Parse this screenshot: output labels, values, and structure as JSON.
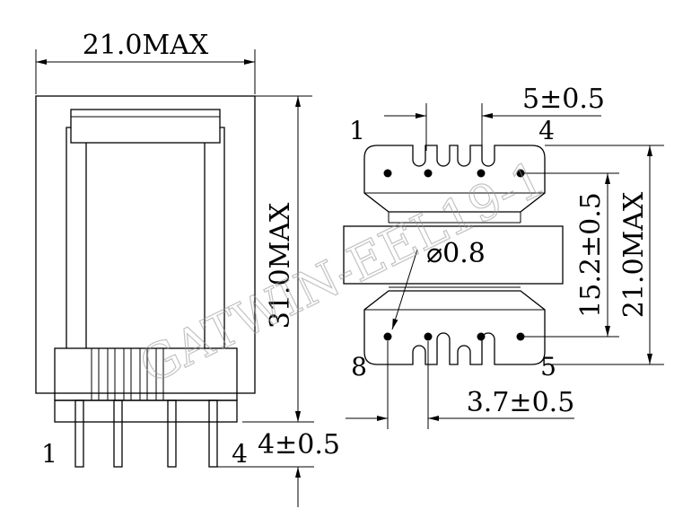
{
  "side_view": {
    "width_label": "21.0MAX",
    "height_label": "31.0MAX",
    "pin_length_label": "4±0.5",
    "pin_left_label": "1",
    "pin_right_label": "4"
  },
  "bottom_view": {
    "pin_pitch_label": "5±0.5",
    "pin_1_label": "1",
    "pin_4_label": "4",
    "pin_8_label": "8",
    "pin_5_label": "5",
    "row_spacing_label": "15.2±0.5",
    "overall_width_label": "21.0MAX",
    "hole_diameter_label": "⌀0.8",
    "offset_label": "3.7±0.5"
  },
  "watermark": "GATWIN-EEL19-1"
}
